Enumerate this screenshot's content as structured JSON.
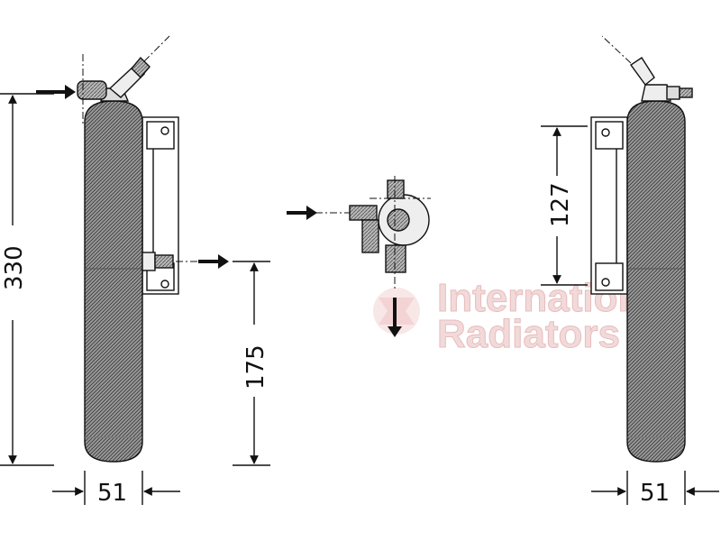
{
  "dimensions": {
    "height_total": "330",
    "height_outlet": "175",
    "width_left": "51",
    "height_bracket": "127",
    "width_right": "51"
  },
  "watermark": {
    "line1": "International",
    "line2": "Radiators"
  },
  "colors": {
    "line": "#111111",
    "watermark": "#e9c2c2"
  }
}
